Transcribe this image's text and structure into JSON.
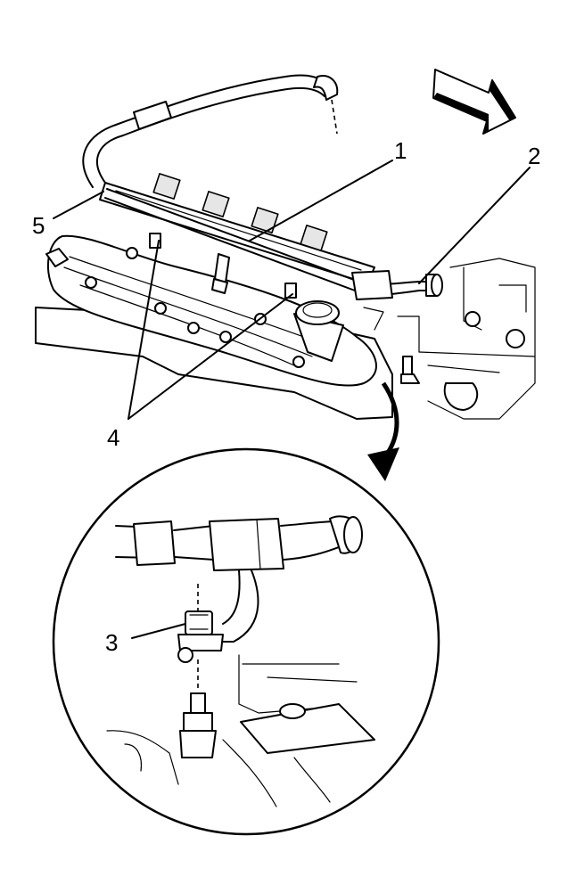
{
  "figure": {
    "callouts": [
      {
        "id": "1",
        "label": "1"
      },
      {
        "id": "2",
        "label": "2"
      },
      {
        "id": "3",
        "label": "3"
      },
      {
        "id": "4",
        "label": "4"
      },
      {
        "id": "5",
        "label": "5"
      }
    ],
    "front_arrow_icon": "front-direction-arrow-icon",
    "colors": {
      "line": "#000000",
      "background": "#ffffff",
      "shade": "#e6e6e6"
    }
  }
}
